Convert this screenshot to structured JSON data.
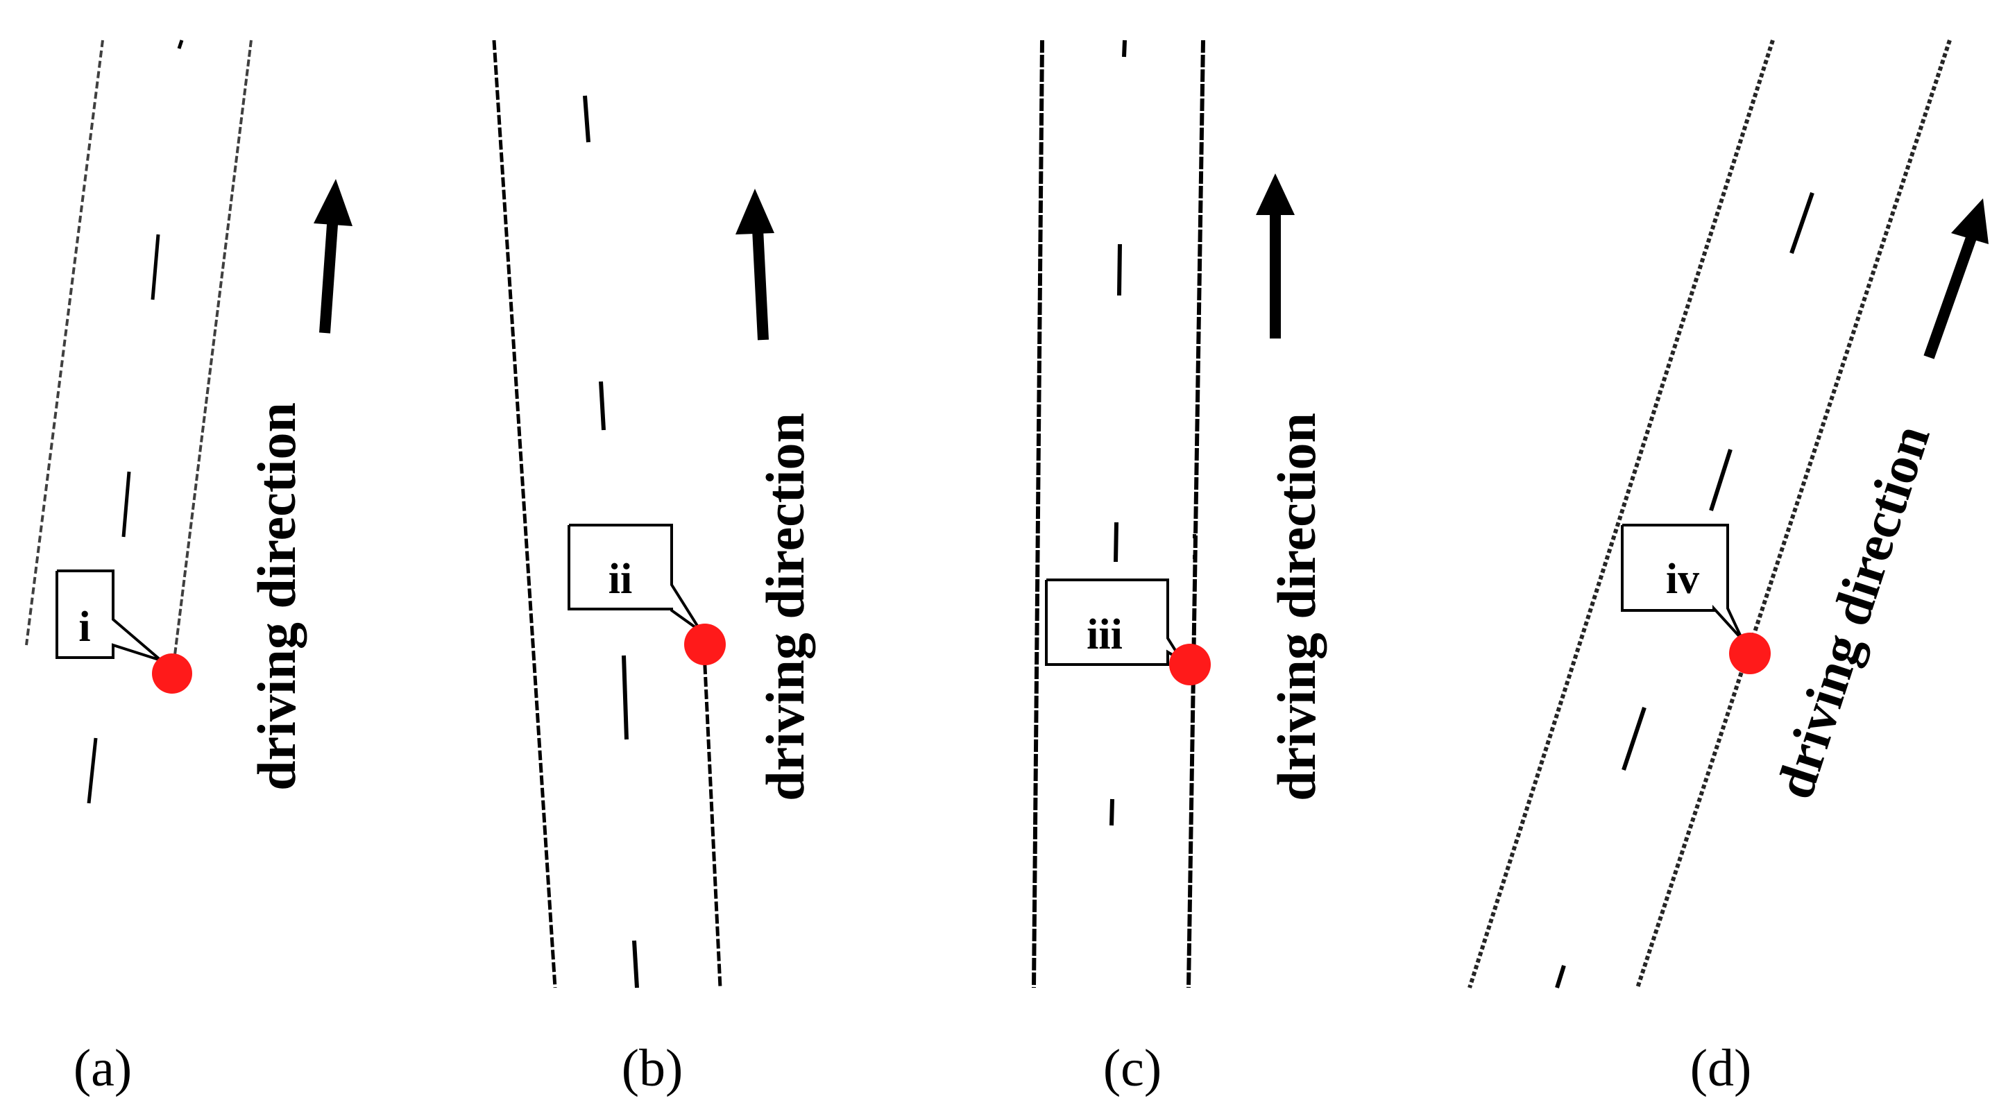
{
  "figure": {
    "panels": [
      {
        "id": "a",
        "caption": "(a)",
        "marker_label": "i",
        "direction_label": "driving direction"
      },
      {
        "id": "b",
        "caption": "(b)",
        "marker_label": "ii",
        "direction_label": "driving direction"
      },
      {
        "id": "c",
        "caption": "(c)",
        "marker_label": "iii",
        "direction_label": "driving direction"
      },
      {
        "id": "d",
        "caption": "(d)",
        "marker_label": "iv",
        "direction_label": "driving direction"
      }
    ],
    "colors": {
      "marker": "#ff1a1a",
      "lane_lines": "#000000",
      "arrow": "#000000",
      "background": "#ffffff"
    },
    "icons": {
      "marker": "red-dot-icon",
      "arrow": "arrow-up-icon"
    }
  }
}
